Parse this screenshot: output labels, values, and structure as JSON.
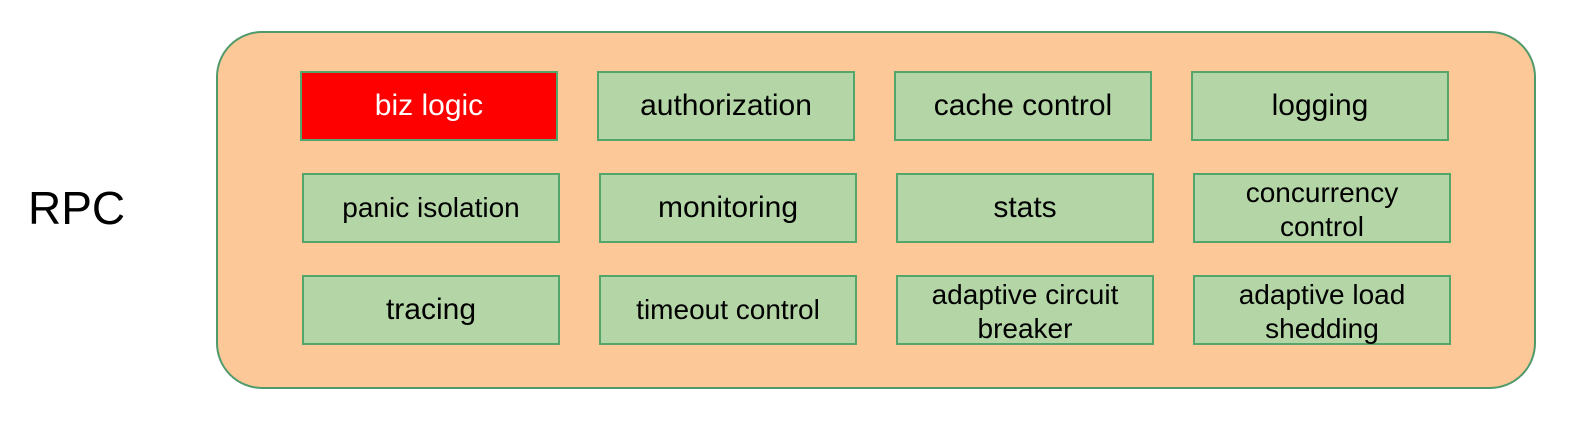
{
  "diagram": {
    "label": "RPC",
    "colors": {
      "container_fill": "#fcc898",
      "container_border": "#4f9a6a",
      "box_fill": "#b4d6a6",
      "box_border": "#52a56b",
      "highlight_fill": "#ff0000",
      "highlight_text": "#ffffff"
    },
    "rows": [
      [
        "biz logic",
        "authorization",
        "cache control",
        "logging"
      ],
      [
        "panic isolation",
        "monitoring",
        "stats",
        "concurrency\ncontrol"
      ],
      [
        "tracing",
        "timeout control",
        "adaptive circuit\nbreaker",
        "adaptive load\nshedding"
      ]
    ],
    "highlighted": "biz logic"
  }
}
